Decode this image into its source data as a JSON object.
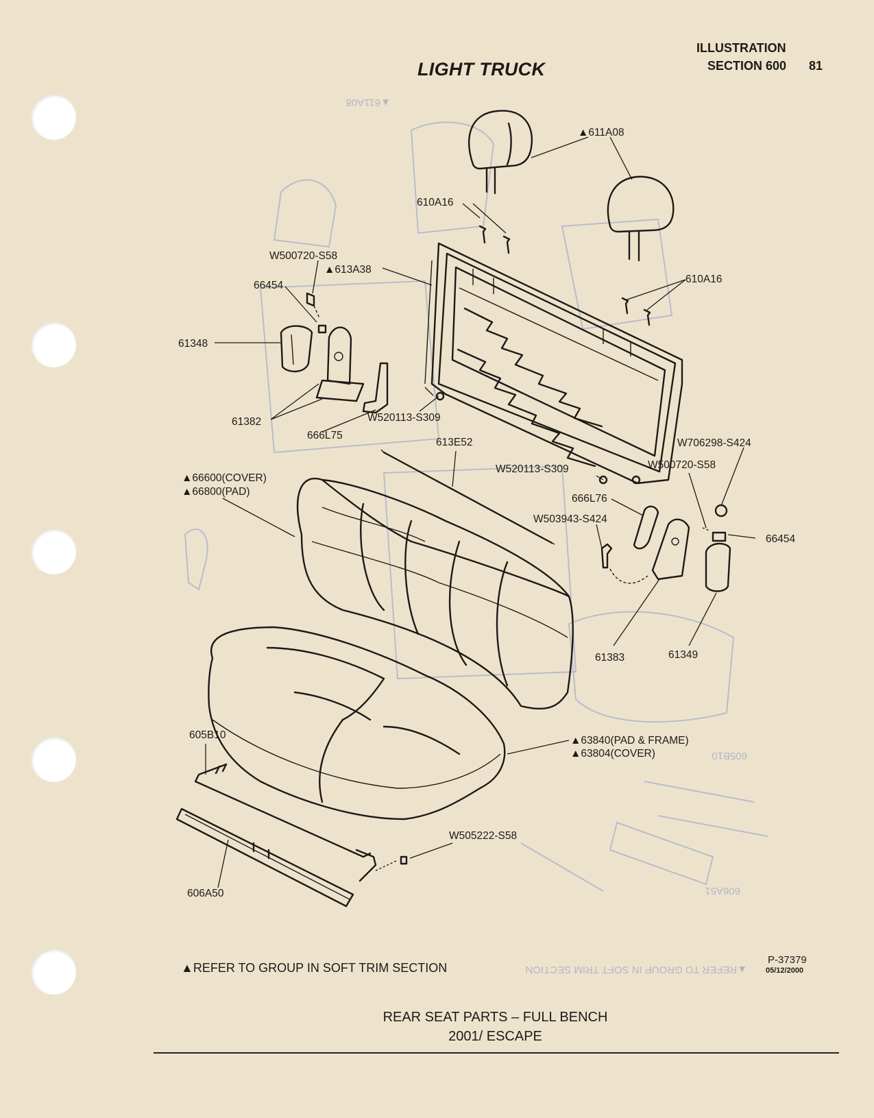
{
  "header": {
    "title": "LIGHT TRUCK",
    "illustration": "ILLUSTRATION",
    "section": "SECTION 600",
    "page_number": "81"
  },
  "callouts": {
    "headrest": "▲611A08",
    "guide_upper": "610A16",
    "guide_right": "610A16",
    "bolt_left": "W500720-S58",
    "frame": "▲613A38",
    "bracket_left": "66454",
    "cover_left": "61348",
    "pivot_left": "61382",
    "pivot_left_bracket": "666L75",
    "nut_left": "W520113-S309",
    "rod": "613E52",
    "back_cover": "▲66600(COVER)",
    "back_pad": "▲66800(PAD)",
    "nut_right": "W520113-S309",
    "nut_far_right": "W706298-S424",
    "bolt_right": "W500720-S58",
    "pivot_right_bracket": "666L76",
    "screw_right": "W503943-S424",
    "bracket_right": "66454",
    "pivot_right": "61383",
    "cover_right": "61349",
    "cushion_pad": "▲63840(PAD & FRAME)",
    "cushion_cover": "▲63804(COVER)",
    "wire_front": "605B10",
    "bolt_bottom": "W505222-S58",
    "bar_bottom": "606A50"
  },
  "footer": {
    "note": "▲REFER TO GROUP IN SOFT TRIM SECTION",
    "illustration_number": "P-37379",
    "date": "05/12/2000",
    "caption_line1": "REAR SEAT PARTS – FULL BENCH",
    "caption_line2": "2001/ ESCAPE"
  }
}
